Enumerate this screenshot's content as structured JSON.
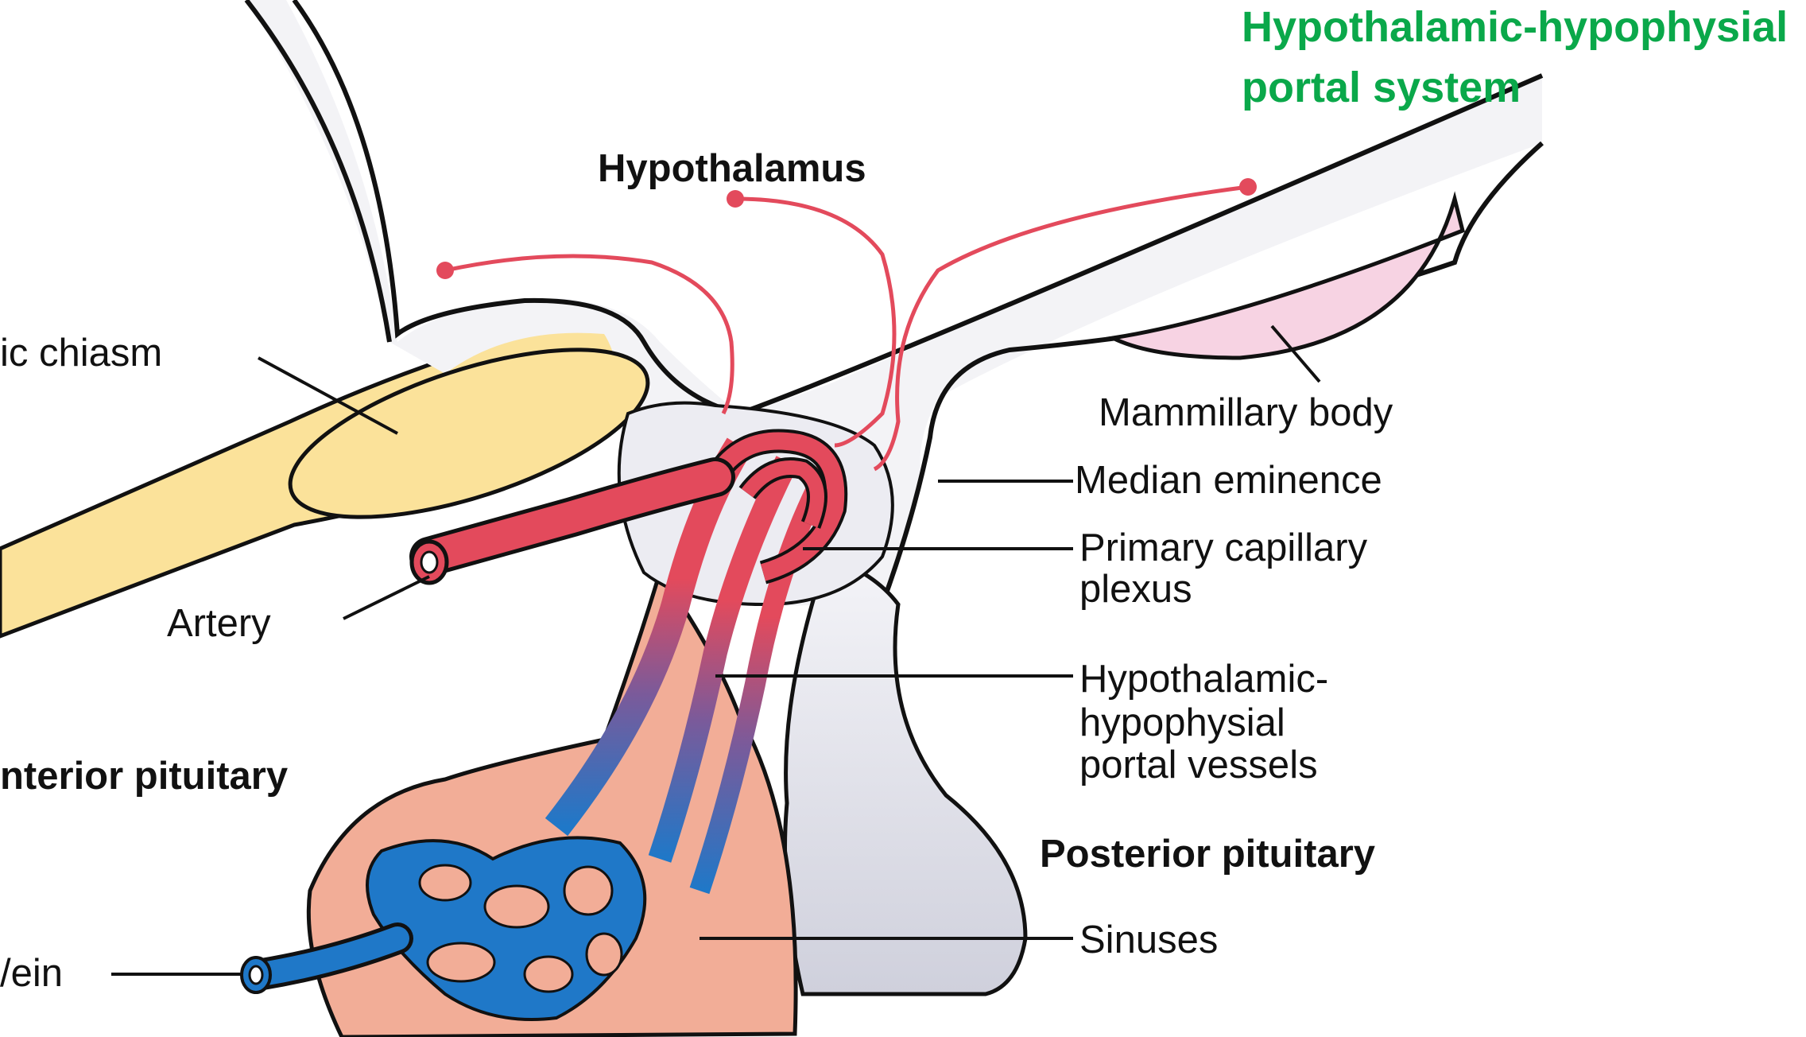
{
  "title_lines": [
    "Hypothalamic-hypophysial",
    "portal system"
  ],
  "labels": {
    "hypothalamus": "Hypothalamus",
    "optic_chiasm": "ic chiasm",
    "mammillary_body": "Mammillary body",
    "median_eminence": "Median eminence",
    "primary_capillary_plexus": [
      "Primary capillary",
      "plexus"
    ],
    "artery": "Artery",
    "portal_vessels": [
      "Hypothalamic-",
      "hypophysial",
      "portal vessels"
    ],
    "anterior_pituitary": "nterior pituitary",
    "posterior_pituitary": "Posterior pituitary",
    "sinuses": "Sinuses",
    "vein": "/ein"
  },
  "colors": {
    "title": "#0aa84a",
    "artery_red": "#e34a5c",
    "vein_blue": "#1f78c8",
    "optic_chiasm_fill": "#fbe29a",
    "mammillary_fill": "#f7d3e3",
    "anterior_pituitary_fill": "#f2ad97",
    "posterior_pituitary_fill": "#dcdde6",
    "brain_fill": "#f3f3f6"
  }
}
